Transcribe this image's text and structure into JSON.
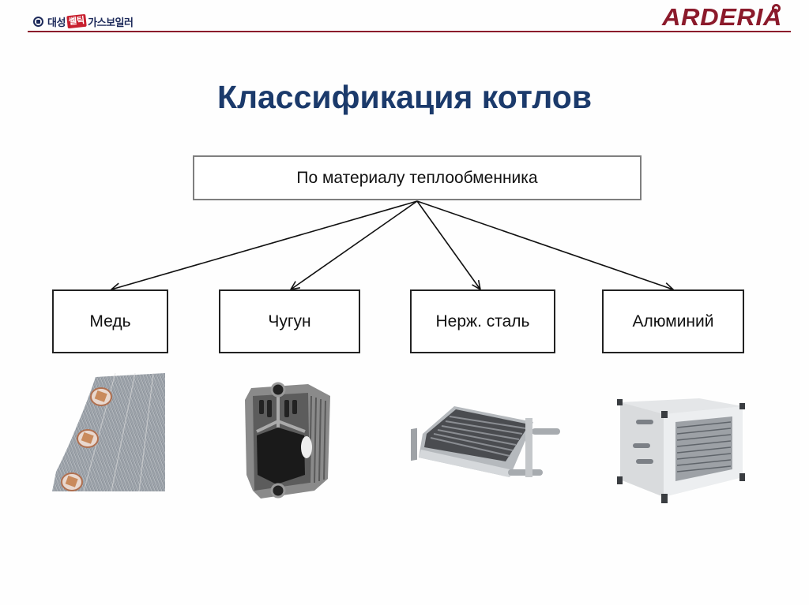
{
  "header": {
    "left_logo": {
      "text_a": "대성",
      "badge": "쎌틱",
      "text_b": "가스보일러",
      "icon": "emblem-icon"
    },
    "right_logo": {
      "text": "ARDERIA",
      "icon": "ring-icon"
    },
    "rule_color": "#8b1a2b"
  },
  "slide": {
    "title": "Классификация котлов",
    "title_color": "#1b3a6b"
  },
  "diagram": {
    "root": {
      "label": "По материалу теплообменника"
    },
    "children": [
      {
        "label": "Медь",
        "image": "copper-heat-exchanger-image"
      },
      {
        "label": "Чугун",
        "image": "cast-iron-heat-exchanger-image"
      },
      {
        "label": "Нерж. сталь",
        "image": "stainless-steel-heat-exchanger-image"
      },
      {
        "label": "Алюминий",
        "image": "aluminium-heat-exchanger-image"
      }
    ],
    "edges": [
      {
        "from": "root",
        "to": 0
      },
      {
        "from": "root",
        "to": 1
      },
      {
        "from": "root",
        "to": 2
      },
      {
        "from": "root",
        "to": 3
      }
    ]
  }
}
